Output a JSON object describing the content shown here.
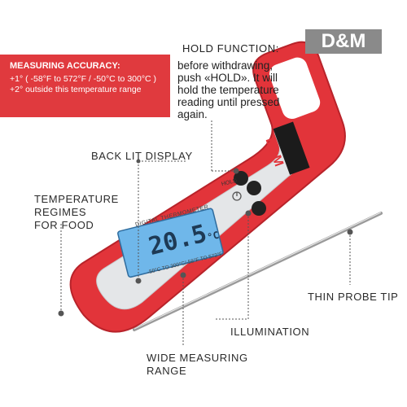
{
  "brand": {
    "logo_text": "D&M"
  },
  "accuracy": {
    "title": "MEASURING ACCURACY:",
    "line1": "+1° ( -58°F to 572°F / -50°C to 300°C )",
    "line2": "+2° outside this temperature range"
  },
  "hold_function": {
    "title": "HOLD FUNCTION:",
    "body": "before withdrawing, push «HOLD». It will hold the temperature reading until pressed again."
  },
  "callouts": {
    "back_lit_display": "BACK LIT DISPLAY",
    "temperature_regimes_line1": "TEMPERATURE",
    "temperature_regimes_line2": "REGIMES",
    "temperature_regimes_line3": "FOR FOOD",
    "thin_probe_tip": "THIN PROBE TIP",
    "illumination": "ILLUMINATION",
    "wide_measuring_line1": "WIDE MEASURING",
    "wide_measuring_line2": "RANGE"
  },
  "device": {
    "screen_label": "DIGITAL THERMOMETER",
    "reading": "20.5",
    "unit": "°C",
    "range_text": "-50°C TO 300°C/-58°F TO 572°F",
    "hold_button_label": "HOLD",
    "handle_brand": "D&M"
  },
  "colors": {
    "body_red": "#e2343a",
    "accent_red": "#e03a3e",
    "logo_gray": "#8a8a8a",
    "screen_blue": "#6fb7ea"
  }
}
